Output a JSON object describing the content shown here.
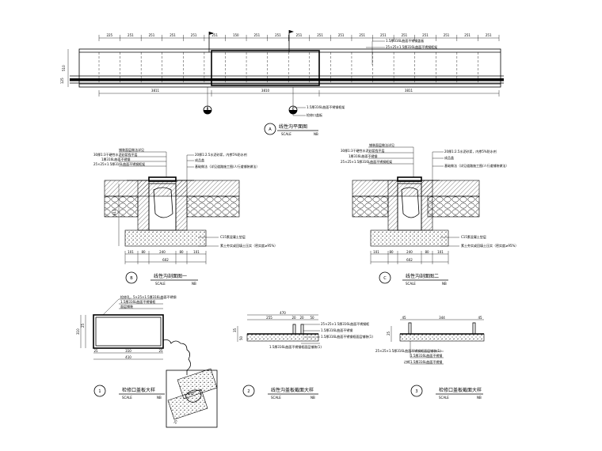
{
  "plan": {
    "top_dims": [
      "225",
      "251",
      "251",
      "251",
      "251",
      "251",
      "150",
      "251",
      "251",
      "251",
      "251",
      "251",
      "251",
      "251",
      "251",
      "251",
      "251",
      "251",
      "251"
    ],
    "bottom_dims": [
      "3811",
      "3810",
      "3811"
    ],
    "left_dim": "510",
    "left_dim2": "125",
    "note1": "1.5厚316L曲面不锈钢盖板",
    "note2": "25×25×1.5厚316L曲面不锈钢框架",
    "note3": "1.5厚316L曲面不锈钢框架",
    "note4": "检修口盖板",
    "marker_a": "A",
    "section_b": "B",
    "section_c": "C",
    "title": "线性沟平面图",
    "title_scale": "SCALE",
    "title_scale_val": "NB"
  },
  "sec1": {
    "notes_left": [
      "铺装面层做法详见",
      "30厚1:3干硬性水泥砂浆找平层",
      "1厚316L曲面不锈钢",
      "25×25×1.5厚316L曲面不锈钢框架"
    ],
    "notes_right": [
      "20厚1:2.5水泥砂浆，内掺5%防水剂",
      "成品盖",
      "基础做法（详见道路施工图/人行道铺装做法）",
      "C15素混凝土垫层",
      "素土夯实或回填土压实（密实度≥95%）"
    ],
    "dims_bottom": [
      "101",
      "80",
      "240",
      "80",
      "101"
    ],
    "total": "602",
    "left_v": "611",
    "marker": "B",
    "title": "线性沟剖面图一",
    "scale": "SCALE",
    "scale_val": "NB"
  },
  "sec2": {
    "notes_left": [
      "铺装面层做法详见",
      "30厚1:3干硬性水泥砂浆找平层",
      "1厚316L曲面不锈钢",
      "25×25×1.5厚316L曲面不锈钢框架"
    ],
    "notes_right": [
      "20厚1:2.5水泥砂浆，内掺5%防水剂",
      "成品盖",
      "基础做法（详见道路施工图/人行道铺装做法）",
      "C15素混凝土垫层",
      "素土夯实或回填土压实（密实度≥95%）"
    ],
    "dims_bottom": [
      "101",
      "80",
      "240",
      "80",
      "101"
    ],
    "total": "602",
    "marker": "C",
    "title": "线性沟剖面图二",
    "scale": "SCALE",
    "scale_val": "NB"
  },
  "d1": {
    "notes": [
      "检修孔，5×25×1.5厚316L曲面不锈钢",
      "1.5厚316L曲面不锈钢框",
      "面层铺装"
    ],
    "dims_bottom": [
      "25",
      "310",
      "25"
    ],
    "total": "410",
    "left_v": [
      "310",
      "25"
    ],
    "marker": "1",
    "title": "检修口盖板大样",
    "scale": "SCALE",
    "scale_val": "NB"
  },
  "d2": {
    "top_dims": [
      "470"
    ],
    "top_sub": [
      "255",
      "20",
      "20",
      "50"
    ],
    "notes": [
      "25×25×1.5厚316L曲面不锈钢框",
      "1.5厚316L曲面不锈钢",
      "1.5厚316L曲面不锈钢框面层铺装(1)",
      "1.5厚316L曲面不锈钢框面层铺装(1)"
    ],
    "left_v": [
      "35",
      "50"
    ],
    "marker": "2",
    "title": "线性沟盖板截面大样",
    "scale": "SCALE",
    "scale_val": "NB"
  },
  "d3": {
    "top_dims": [
      "45",
      "344",
      "45"
    ],
    "notes": [
      "25×25×1.5厚316L曲面不锈钢框面层铺装(1)",
      "1.5厚316L曲面不锈钢",
      "边框1.5厚316L曲面不锈钢"
    ],
    "left_v": [
      "25"
    ],
    "marker": "3",
    "title": "检修口盖板截面大样",
    "scale": "SCALE",
    "scale_val": "NB"
  }
}
